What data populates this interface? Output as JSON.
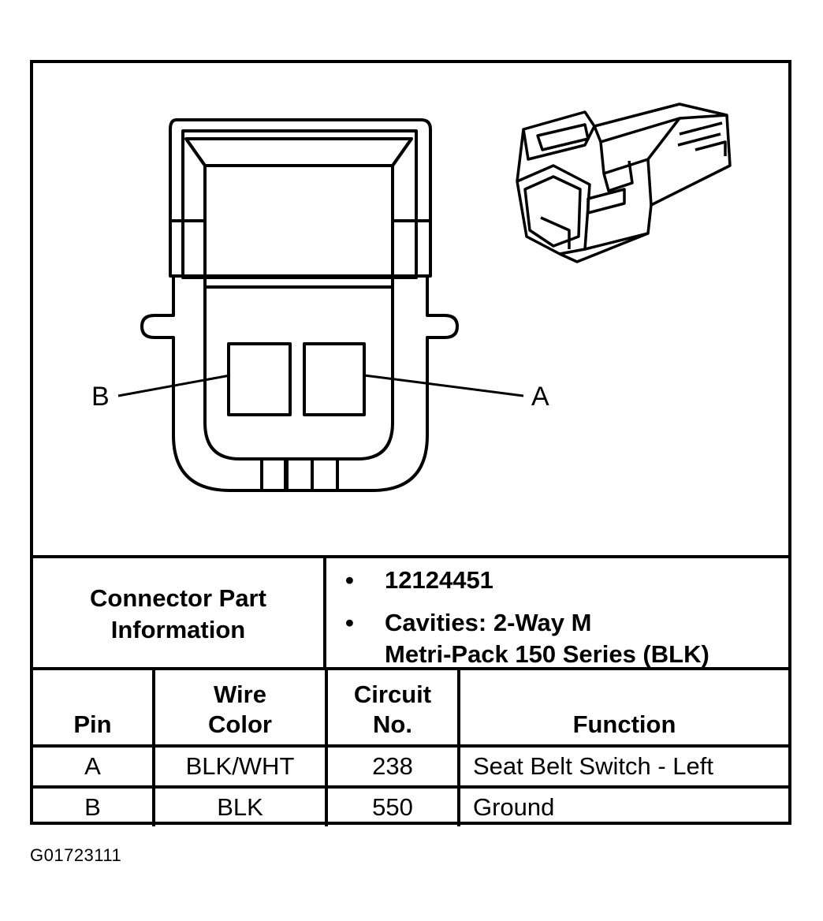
{
  "callouts": {
    "left": "B",
    "right": "A"
  },
  "info": {
    "label_line1": "Connector Part",
    "label_line2": "Information",
    "bullet": "•",
    "part_number": "12124451",
    "cavities_line1": "Cavities: 2-Way M",
    "cavities_line2": "Metri-Pack 150 Series (BLK)"
  },
  "table": {
    "headers": {
      "pin": "Pin",
      "wire_1": "Wire",
      "wire_2": "Color",
      "circuit_1": "Circuit",
      "circuit_2": "No.",
      "function": "Function"
    },
    "rows": [
      {
        "pin": "A",
        "wire_color": "BLK/WHT",
        "circuit": "238",
        "function": "Seat Belt Switch - Left"
      },
      {
        "pin": "B",
        "wire_color": "BLK",
        "circuit": "550",
        "function": "Ground"
      }
    ]
  },
  "figure_code": "G01723111"
}
